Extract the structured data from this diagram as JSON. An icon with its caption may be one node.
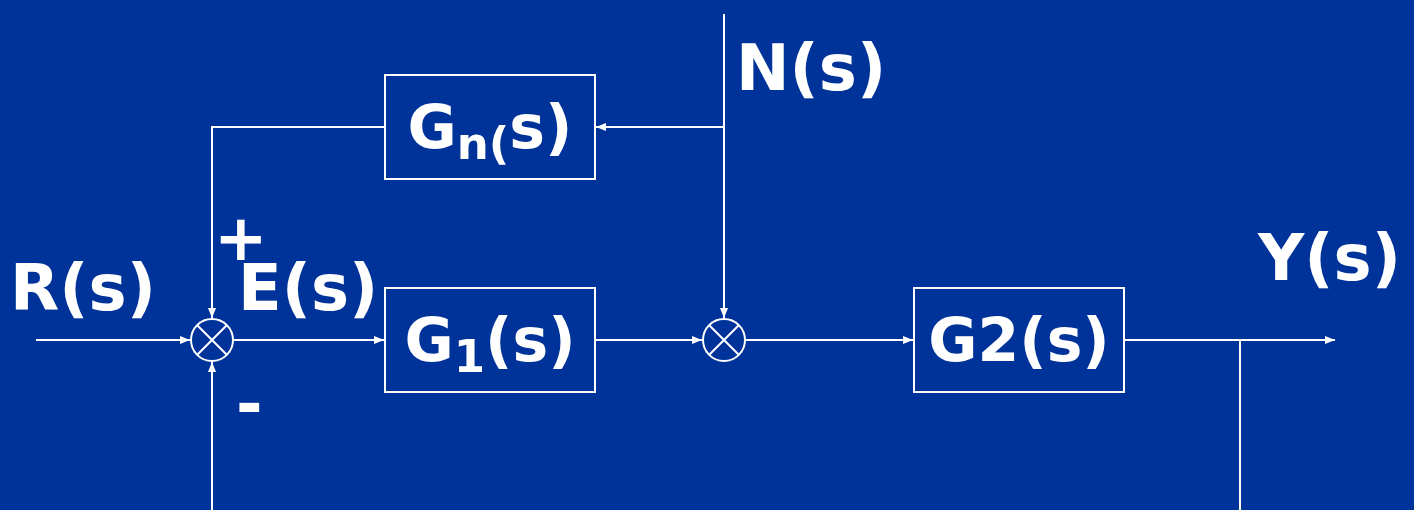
{
  "diagram": {
    "nodes": [
      {
        "text": [
          "G$_{n(}$s)"
        ]
      },
      {
        "text": [
          "G$_{1}$(s)"
        ]
      },
      {
        "text": [
          "G2(s)"
        ]
      },
      {
        "text": [],
        "shape": "circle"
      },
      {
        "text": [],
        "shape": "circle"
      }
    ],
    "edges": [
      {
        "from": null,
        "to": 4,
        "arrow": "to"
      },
      {
        "from": null,
        "to": 0,
        "arrow": "to"
      },
      {
        "from": 0,
        "to": 3,
        "arrow": "to"
      },
      {
        "from": null,
        "to": 3,
        "arrow": "to"
      },
      {
        "from": 3,
        "to": 1,
        "arrow": "to"
      },
      {
        "from": 1,
        "to": 4,
        "arrow": "to"
      },
      {
        "from": 4,
        "to": 2,
        "arrow": "to"
      },
      {
        "from": 2,
        "to": null,
        "arrow": "to"
      },
      {
        "from": null,
        "to": 3,
        "arrow": "to"
      },
      {
        "from": 2,
        "to": null,
        "arrow": "none"
      }
    ],
    "labels": [
      "N(s)",
      "+",
      "R(s)",
      "E(s)",
      "Y(s)",
      "-"
    ]
  }
}
